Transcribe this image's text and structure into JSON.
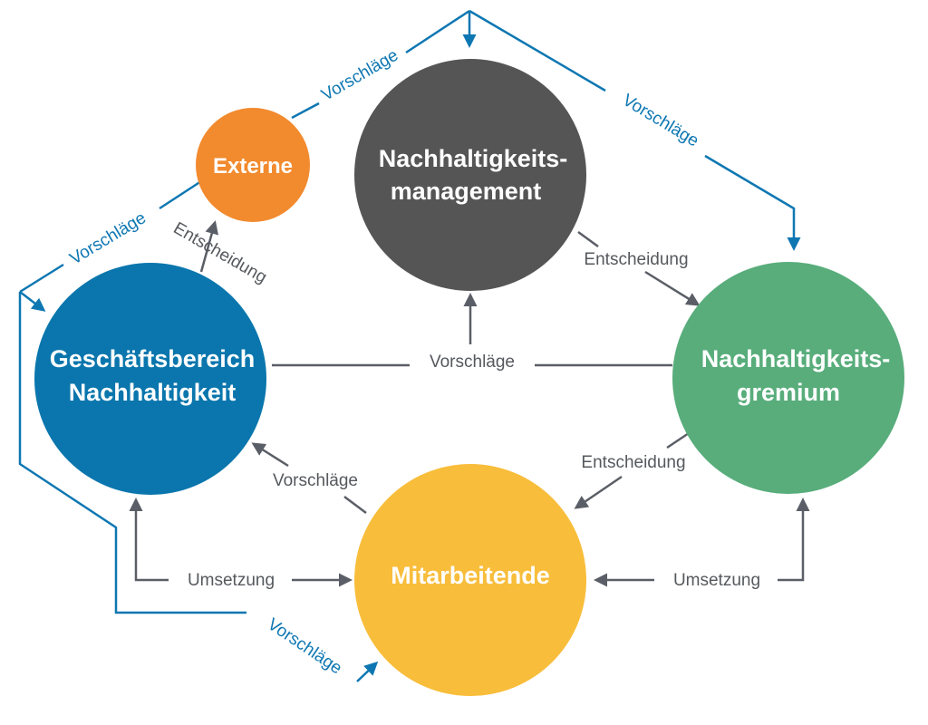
{
  "colors": {
    "externe": "#f28a2e",
    "management": "#555555",
    "geschaeftsbereich": "#0a76ad",
    "gremium": "#58ad7b",
    "mitarbeitende": "#f8bd3a",
    "grey_arrow": "#5a5e66",
    "blue_arrow": "#0e77b2"
  },
  "nodes": {
    "externe": "Externe",
    "management_line1": "Nachhaltigkeits-",
    "management_line2": "management",
    "geschaeftsbereich_line1": "Geschäftsbereich",
    "geschaeftsbereich_line2": "Nachhaltigkeit",
    "gremium_line1": "Nachhaltigkeits-",
    "gremium_line2": "gremium",
    "mitarbeitende": "Mitarbeitende"
  },
  "labels": {
    "vorschlaege_top_left": "Vorschläge",
    "vorschlaege_top_right": "Vorschläge",
    "vorschlaege_left": "Vorschläge",
    "vorschlaege_bottom": "Vorschläge",
    "vorschlaege_center": "Vorschläge",
    "vorschlaege_mitarbeitende": "Vorschläge",
    "entscheidung_externe": "Entscheidung",
    "entscheidung_management": "Entscheidung",
    "entscheidung_gremium": "Entscheidung",
    "umsetzung_left": "Umsetzung",
    "umsetzung_right": "Umsetzung"
  }
}
